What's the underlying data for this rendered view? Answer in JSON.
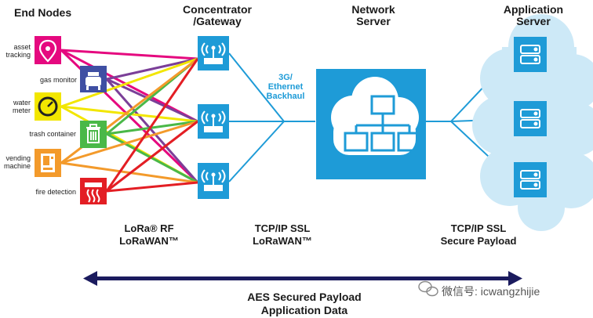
{
  "headers": {
    "end_nodes": "End Nodes",
    "concentrator": "Concentrator\n/Gateway",
    "network_server": "Network\nServer",
    "application_server": "Application\nServer"
  },
  "end_nodes": [
    {
      "label": "asset\ntracking",
      "icon": "location-pin-icon",
      "color": "#e5097f",
      "line_color": "#e5097f"
    },
    {
      "label": "gas monitor",
      "icon": "gas-meter-icon",
      "color": "#3f4fa3",
      "line_color": "#7b3f98"
    },
    {
      "label": "water\nmeter",
      "icon": "gauge-icon",
      "color": "#f2e600",
      "line_color": "#f2e600"
    },
    {
      "label": "trash container",
      "icon": "trash-can-icon",
      "color": "#4ab848",
      "line_color": "#4ab848"
    },
    {
      "label": "vending\nmachine",
      "icon": "vending-machine-icon",
      "color": "#f39a2b",
      "line_color": "#f39a2b"
    },
    {
      "label": "fire detection",
      "icon": "smoke-detector-icon",
      "color": "#e31e24",
      "line_color": "#e31e24"
    }
  ],
  "gateways": [
    {
      "icon": "wireless-router-icon"
    },
    {
      "icon": "wireless-router-icon"
    },
    {
      "icon": "wireless-router-icon"
    }
  ],
  "backhaul": "3G/\nEthernet\nBackhaul",
  "network_server": {
    "icon": "cloud-network-icon",
    "color": "#1e9bd7"
  },
  "app_servers": [
    {
      "icon": "server-icon"
    },
    {
      "icon": "server-icon"
    },
    {
      "icon": "server-icon"
    }
  ],
  "protocols": {
    "lora": "LoRa® RF\nLoRaWAN™",
    "tcp_lorawan": "TCP/IP SSL\nLoRaWAN™",
    "tcp_secure": "TCP/IP SSL\nSecure Payload"
  },
  "aes": "AES Secured Payload\nApplication Data",
  "watermark": "微信号: icwangzhijie",
  "colors": {
    "accent": "#1e9bd7",
    "cloud": "#cde9f7",
    "arrow": "#1b1b5e"
  }
}
